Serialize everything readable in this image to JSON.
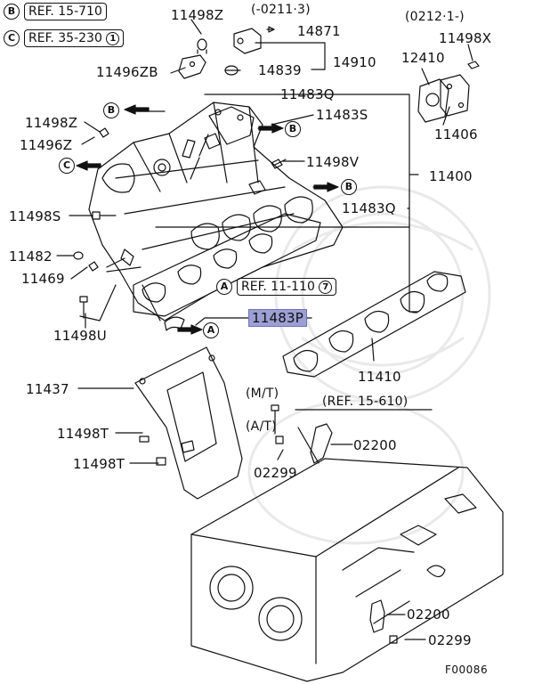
{
  "refs": {
    "b_letter": "B",
    "b_text": "REF. 15-710",
    "c_letter": "C",
    "c_text": "REF. 35-230",
    "c_num": "1",
    "a_letter": "A",
    "a_text": "REF. 11-110",
    "a_num": "7",
    "ref_15_610": "(REF. 15-610)"
  },
  "notes": {
    "date_top": "(-0211·3)",
    "date_right": "(0212·1-)",
    "mt": "(M/T)",
    "at": "(A/T)"
  },
  "callouts": {
    "a_arrow": "A",
    "b_arrow_1": "B",
    "b_arrow_2": "B",
    "b_arrow_3": "B",
    "c_arrow": "C"
  },
  "parts": {
    "p11498Z_top": "11498Z",
    "p14871": "14871",
    "p14910": "14910",
    "p14839": "14839",
    "p11496ZB": "11496ZB",
    "p11483Q_top": "11483Q",
    "p11498X": "11498X",
    "p12410": "12410",
    "p11406": "11406",
    "p11498Z_left": "11498Z",
    "p11483S": "11483S",
    "p11496Z": "11496Z",
    "p11498V": "11498V",
    "p11400": "11400",
    "p11498S": "11498S",
    "p11483Q_mid": "11483Q",
    "p11482": "11482",
    "p11469": "11469",
    "p11498U": "11498U",
    "p11483P": "11483P",
    "p11410": "11410",
    "p11437": "11437",
    "p11498T_1": "11498T",
    "p11498T_2": "11498T",
    "p02200_1": "02200",
    "p02299_1": "02299",
    "p02200_2": "02200",
    "p02299_2": "02299"
  },
  "figure_code": "F00086",
  "colors": {
    "highlight": "#9b9fd3",
    "ink": "#111111"
  }
}
